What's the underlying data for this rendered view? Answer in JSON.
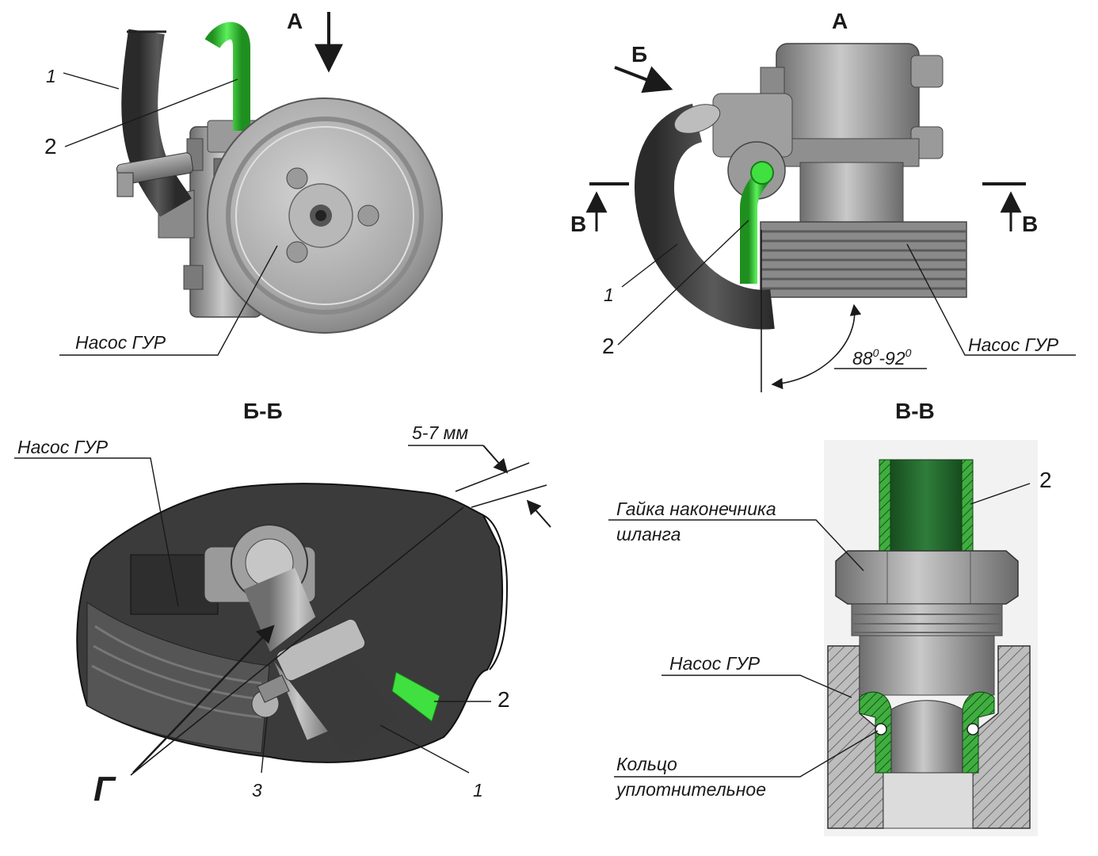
{
  "views": {
    "A": {
      "label": "А"
    },
    "B": {
      "label": "Б"
    },
    "V": {
      "label": "В"
    },
    "section_bb": {
      "title": "Б-Б"
    },
    "section_vv": {
      "title": "В-В"
    }
  },
  "callouts": {
    "one": "1",
    "two": "2",
    "three": "3",
    "g": "Г"
  },
  "labels": {
    "pump": "Насос ГУР",
    "nut_line1": "Гайка наконечника",
    "nut_line2": "шланга",
    "ring_line1": "Кольцо",
    "ring_line2": "уплотнительное"
  },
  "dimensions": {
    "angle_main": "88",
    "angle_sep": "-92",
    "angle_sup": "0",
    "gap": "5-7 мм"
  },
  "colors": {
    "green_tube": "#3fe03f",
    "dark_green": "#1e6b2a",
    "hose": "#3a3a3a",
    "metal": "#8f8f8f",
    "metal_light": "#bdbdbd",
    "metal_dark": "#5a5a5a"
  }
}
